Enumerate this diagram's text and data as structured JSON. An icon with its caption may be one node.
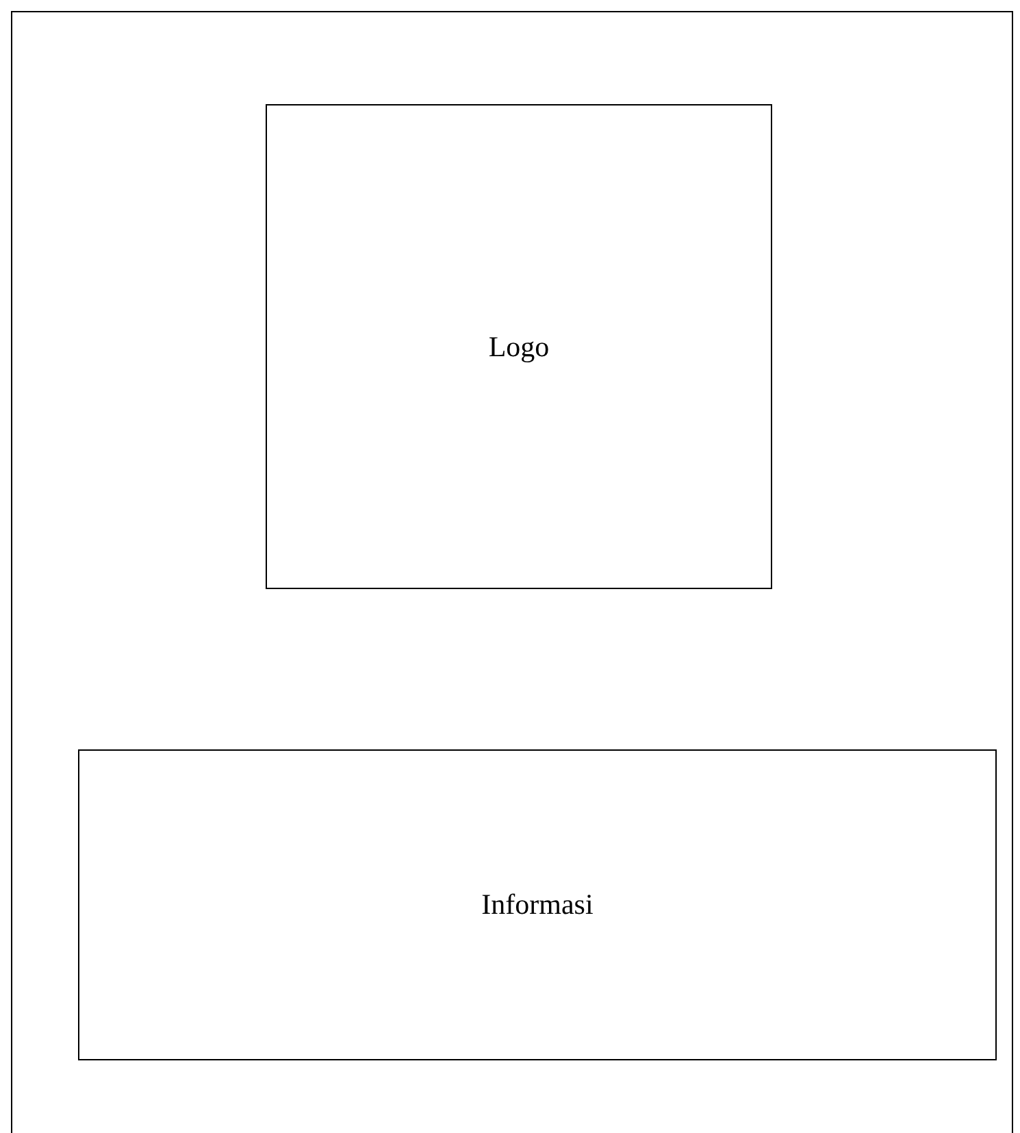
{
  "diagram": {
    "nodes": [
      {
        "text": [],
        "shape": "box"
      },
      {
        "text": [
          "Logo"
        ],
        "in": 0
      },
      {
        "text": [
          "Informasi"
        ],
        "in": 0
      }
    ]
  }
}
